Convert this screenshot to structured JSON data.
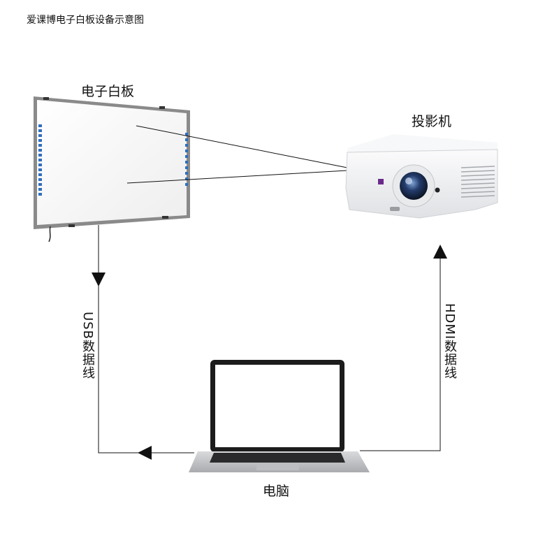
{
  "title": "爱课博电子白板设备示意图",
  "devices": {
    "whiteboard": "电子白板",
    "projector": "投影机",
    "laptop": "电脑"
  },
  "connections": {
    "usb": "USB数据线",
    "hdmi": "HDMI数据线"
  },
  "colors": {
    "line": "#111111",
    "board_frame": "#8a8a8a",
    "board_surface": "#ffffff",
    "button_strip": "#2f6fc0",
    "projector_body": "#f2f3f5",
    "laptop_bezel": "#1c1c1c",
    "laptop_base": "#c9cacc"
  }
}
